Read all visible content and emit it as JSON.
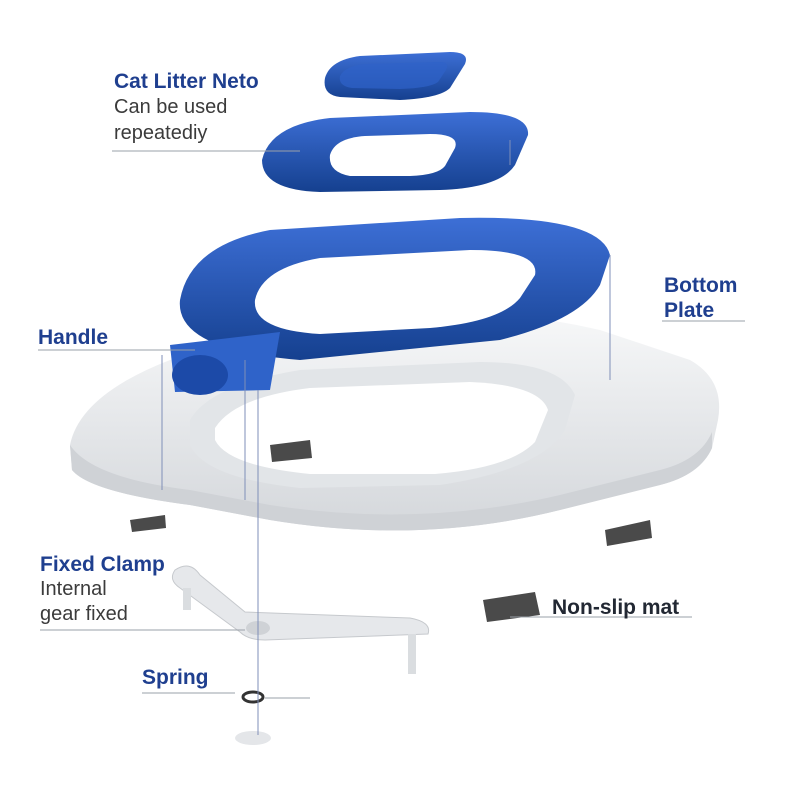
{
  "labels": {
    "cat_litter_title": "Cat Litter Neto",
    "cat_litter_sub1": "Can be used",
    "cat_litter_sub2": "repeatediy",
    "bottom_plate1": "Bottom",
    "bottom_plate2": "Plate",
    "handle": "Handle",
    "fixed_clamp_title": "Fixed Clamp",
    "fixed_clamp_sub1": "Internal",
    "fixed_clamp_sub2": "gear fixed",
    "non_slip": "Non-slip mat",
    "spring": "Spring"
  },
  "colors": {
    "blue_part": "#1f4fb8",
    "blue_dark": "#143a8c",
    "white_part": "#eceef0",
    "mat": "#4a4a4a",
    "title_text": "#1f3f8f",
    "leader_line": "#9aa0a8"
  }
}
